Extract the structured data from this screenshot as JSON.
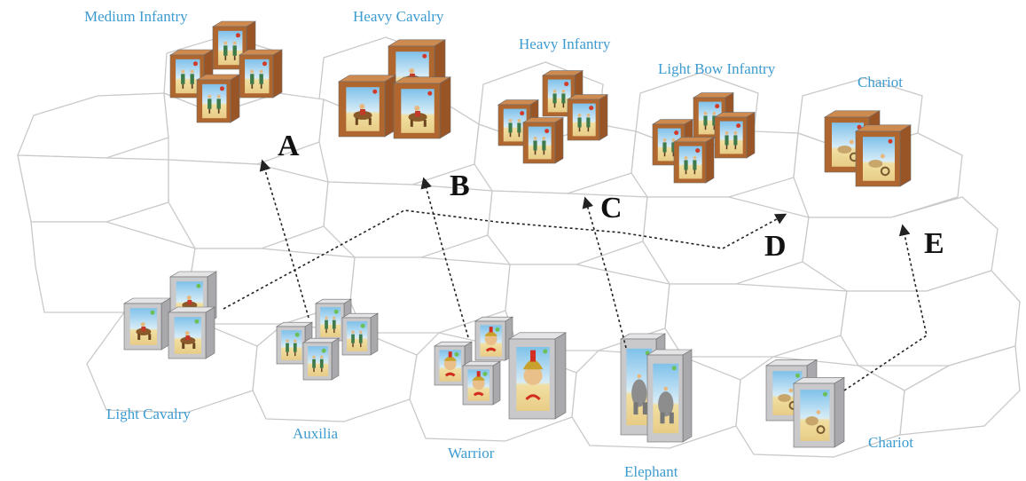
{
  "board": {
    "colors": {
      "label": "#3c9bd0",
      "hex_line": "#c9c9c9",
      "enemy_block": "#b0672f",
      "own_block": "#c9c9cc"
    },
    "enemy_units": [
      {
        "id": "medium-infantry",
        "label": "Medium Infantry",
        "figure": "infantry"
      },
      {
        "id": "heavy-cavalry",
        "label": "Heavy Cavalry",
        "figure": "cavalry"
      },
      {
        "id": "heavy-infantry",
        "label": "Heavy Infantry",
        "figure": "infantry"
      },
      {
        "id": "light-bow-infantry",
        "label": "Light Bow Infantry",
        "figure": "infantry"
      },
      {
        "id": "chariot-enemy",
        "label": "Chariot",
        "figure": "chariot"
      }
    ],
    "own_units": [
      {
        "id": "light-cavalry",
        "label": "Light Cavalry",
        "figure": "cavalry"
      },
      {
        "id": "auxilia",
        "label": "Auxilia",
        "figure": "infantry"
      },
      {
        "id": "warrior",
        "label": "Warrior",
        "figure": "warrior"
      },
      {
        "id": "elephant",
        "label": "Elephant",
        "figure": "elephant"
      },
      {
        "id": "chariot-own",
        "label": "Chariot",
        "figure": "chariot"
      }
    ],
    "targets": [
      "A",
      "B",
      "C",
      "D",
      "E"
    ]
  }
}
